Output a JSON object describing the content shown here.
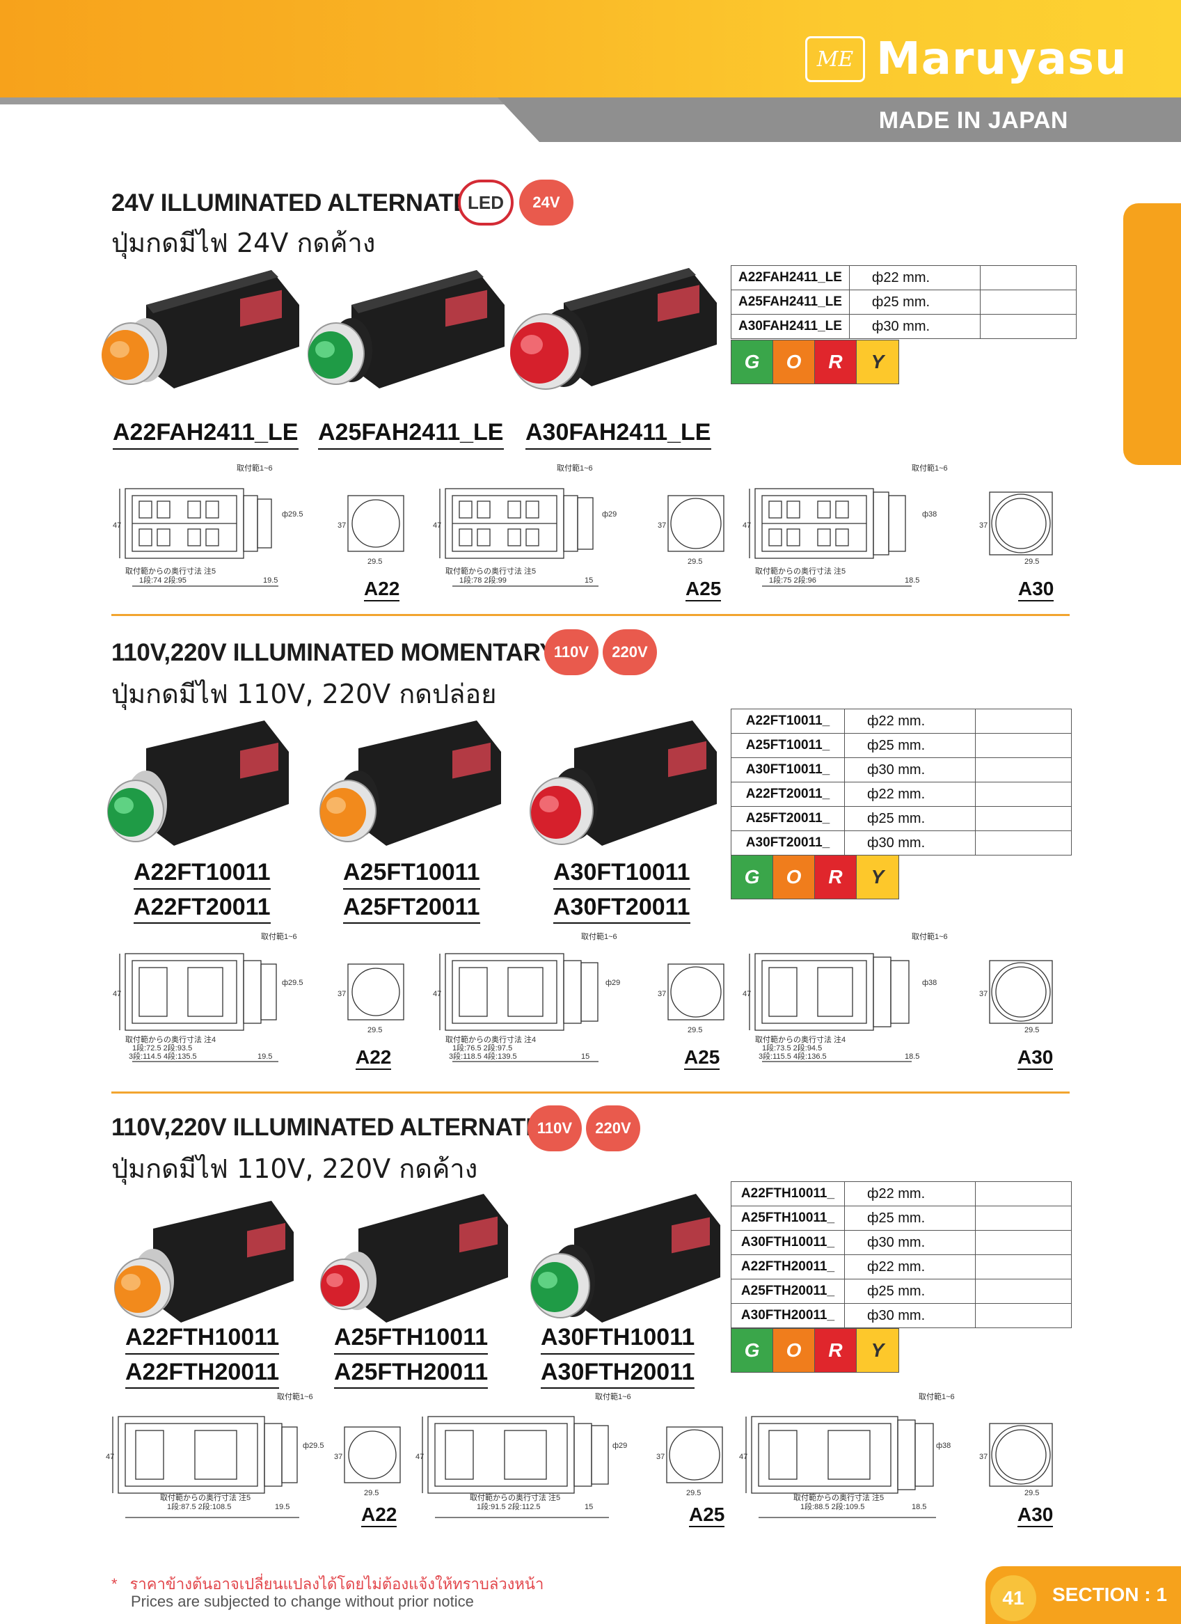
{
  "header": {
    "brand_mark": "ME",
    "brand_name": "Maruyasu",
    "made_in": "MADE IN JAPAN"
  },
  "sections": [
    {
      "title": "24V ILLUMINATED ALTERNATE",
      "subtitle": "ปุ่มกดมีไฟ 24V กดค้าง",
      "badges": [
        "LED",
        "24V"
      ],
      "table": [
        {
          "code": "A22FAH2411_LE",
          "size": "ф22 mm."
        },
        {
          "code": "A25FAH2411_LE",
          "size": "ф25 mm."
        },
        {
          "code": "A30FAH2411_LE",
          "size": "ф30 mm."
        }
      ],
      "models": [
        [
          "A22FAH2411_LE"
        ],
        [
          "A25FAH2411_LE"
        ],
        [
          "A30FAH2411_LE"
        ]
      ],
      "drawing_labels": [
        "A22",
        "A25",
        "A30"
      ]
    },
    {
      "title": "110V,220V ILLUMINATED MOMENTARY",
      "subtitle": "ปุ่มกดมีไฟ 110V, 220V กดปล่อย",
      "badges": [
        "110V",
        "220V"
      ],
      "table": [
        {
          "code": "A22FT10011_",
          "size": "ф22 mm."
        },
        {
          "code": "A25FT10011_",
          "size": "ф25 mm."
        },
        {
          "code": "A30FT10011_",
          "size": "ф30 mm."
        },
        {
          "code": "A22FT20011_",
          "size": "ф22 mm."
        },
        {
          "code": "A25FT20011_",
          "size": "ф25 mm."
        },
        {
          "code": "A30FT20011_",
          "size": "ф30 mm."
        }
      ],
      "models": [
        [
          "A22FT10011",
          "A22FT20011"
        ],
        [
          "A25FT10011",
          "A25FT20011"
        ],
        [
          "A30FT10011",
          "A30FT20011"
        ]
      ],
      "drawing_labels": [
        "A22",
        "A25",
        "A30"
      ]
    },
    {
      "title": "110V,220V ILLUMINATED ALTERNATE",
      "subtitle": "ปุ่มกดมีไฟ 110V, 220V กดค้าง",
      "badges": [
        "110V",
        "220V"
      ],
      "table": [
        {
          "code": "A22FTH10011_",
          "size": "ф22 mm."
        },
        {
          "code": "A25FTH10011_",
          "size": "ф25 mm."
        },
        {
          "code": "A30FTH10011_",
          "size": "ф30 mm."
        },
        {
          "code": "A22FTH20011_",
          "size": "ф22 mm."
        },
        {
          "code": "A25FTH20011_",
          "size": "ф25 mm."
        },
        {
          "code": "A30FTH20011_",
          "size": "ф30 mm."
        }
      ],
      "models": [
        [
          "A22FTH10011",
          "A22FTH20011"
        ],
        [
          "A25FTH10011",
          "A25FTH20011"
        ],
        [
          "A30FTH10011",
          "A30FTH20011"
        ]
      ],
      "drawing_labels": [
        "A22",
        "A25",
        "A30"
      ]
    }
  ],
  "colors": [
    {
      "letter": "G",
      "hex": "#3aa64a"
    },
    {
      "letter": "O",
      "hex": "#f07d1c"
    },
    {
      "letter": "R",
      "hex": "#e0262c"
    },
    {
      "letter": "Y",
      "hex": "#fdc82b"
    }
  ],
  "drawing_notes": {
    "mount_range": "取付範1~6",
    "depth_note": "取付範からの奥行寸法 注5",
    "depth_note4": "取付範からの奥行寸法 注4",
    "dims": [
      "47",
      "37",
      "29.5"
    ],
    "s1_depths": [
      "1段:74 2段:95",
      "1段:78 2段:99",
      "1段:75 2段:96"
    ],
    "s1_ext": [
      "19.5",
      "15",
      "18.5"
    ],
    "s2_depths_a": [
      "1段:72.5 2段:93.5",
      "1段:76.5 2段:97.5",
      "1段:73.5 2段:94.5"
    ],
    "s2_depths_b": [
      "3段:114.5 4段:135.5",
      "3段:118.5 4段:139.5",
      "3段:115.5 4段:136.5"
    ],
    "s3_depths": [
      "1段:87.5 2段:108.5",
      "1段:91.5 2段:112.5",
      "1段:88.5 2段:109.5"
    ],
    "bezel": [
      "ф29.5",
      "ф29",
      "ф38"
    ]
  },
  "footer": {
    "star": "*",
    "note_th": "ราคาข้างต้นอาจเปลี่ยนแปลงได้โดยไม่ต้องแจ้งให้ทราบล่วงหน้า",
    "note_en": "Prices are subjected to change without prior notice",
    "page": "41",
    "section": "SECTION : 1"
  }
}
